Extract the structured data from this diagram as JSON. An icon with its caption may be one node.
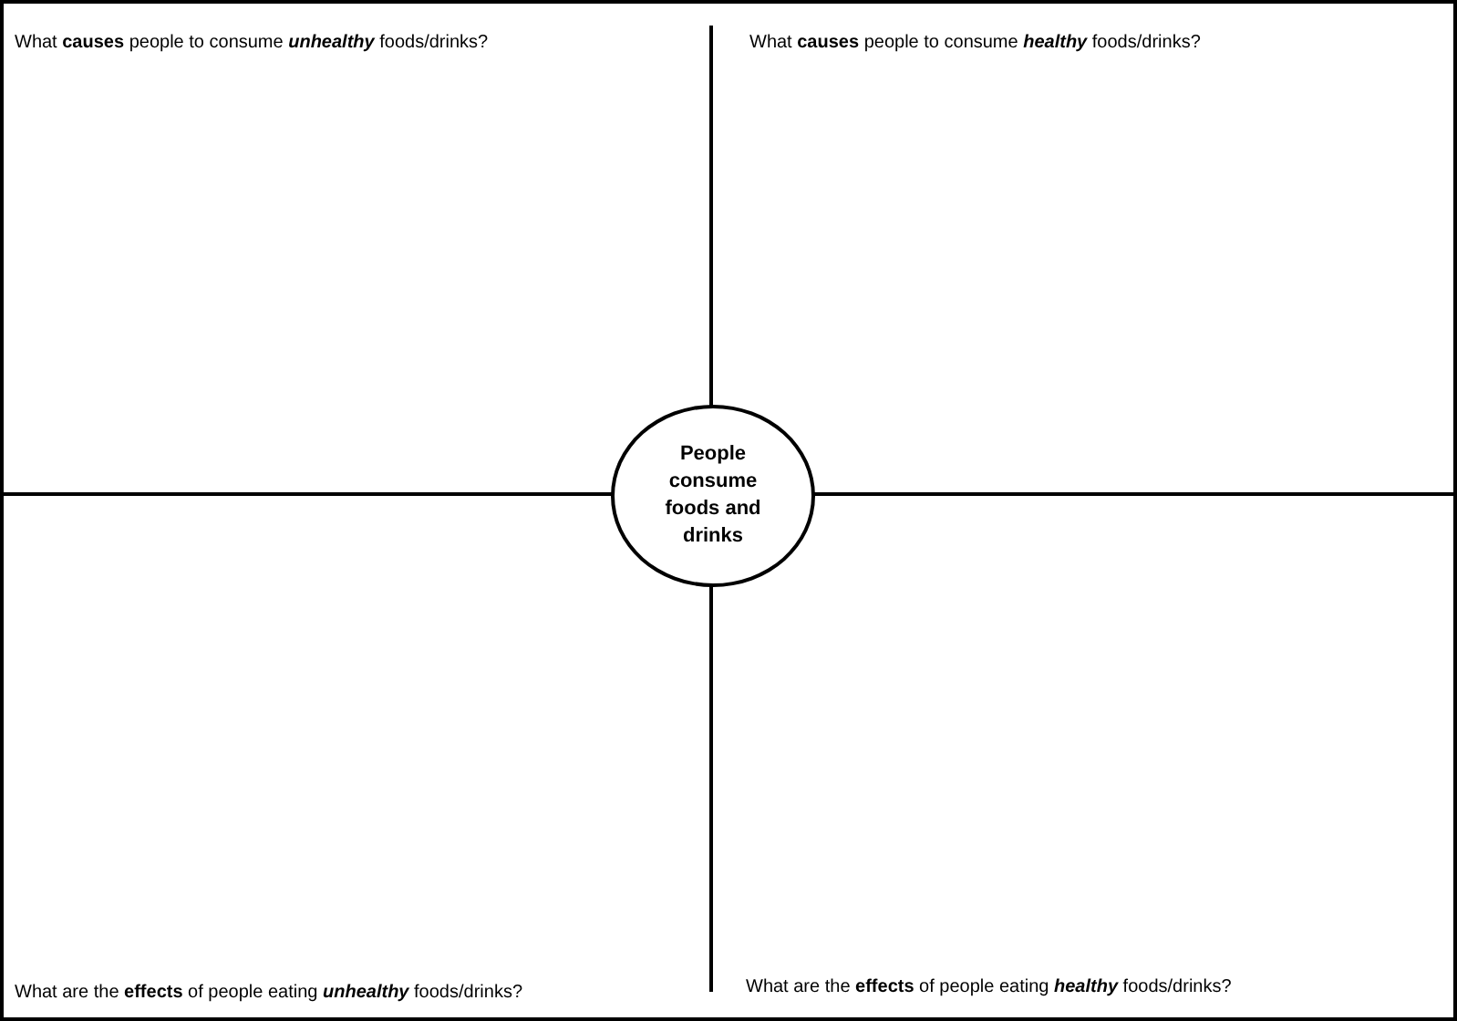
{
  "diagram": {
    "nodes": [
      {
        "text": [
          "What **causes** people to consume *unhealthy* foods/drinks?"
        ]
      },
      {
        "text": [
          "What **causes** people to consume *healthy* foods/drinks?"
        ]
      },
      {
        "text": [
          "What are the **effects** of people eating *unhealthy* foods/drinks?"
        ]
      },
      {
        "text": [
          "What are the **effects** of people eating *healthy* foods/drinks?"
        ]
      },
      {
        "text": [
          "People consume foods and drinks"
        ]
      }
    ]
  }
}
